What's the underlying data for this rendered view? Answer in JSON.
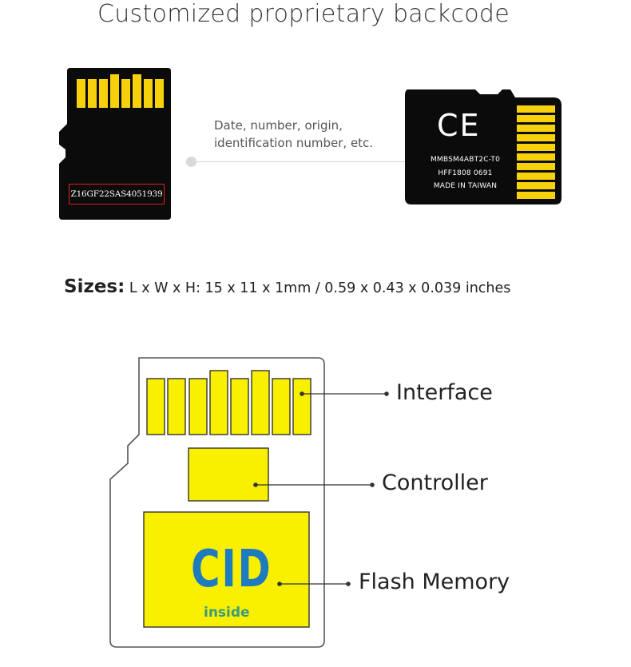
{
  "title": "Customized proprietary backcode",
  "caption": "Date, number, origin,\nidentification number, etc.",
  "front_card": {
    "serial": "Z16GF22SAS4051939"
  },
  "back_card": {
    "mark": "CE",
    "lines": [
      "MMBSM4ABT2C-T0",
      "HFF1808 0691",
      "MADE IN TAIWAN"
    ]
  },
  "sizes": {
    "label": "Sizes:",
    "value": "L x W x H: 15 x 11 x 1mm / 0.59 x 0.43 x 0.039 inches"
  },
  "diagram": {
    "labels": {
      "interface": "Interface",
      "controller": "Controller",
      "flash": "Flash Memory"
    },
    "cid": "CID",
    "inside": "inside"
  },
  "colors": {
    "gold": "#f6d10c",
    "card": "#0d0d0d",
    "yellow": "#f9f000",
    "cid_blue": "#1f7bbf"
  }
}
